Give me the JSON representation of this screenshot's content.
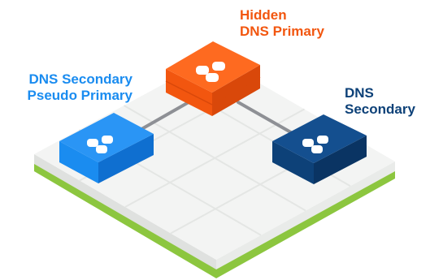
{
  "nodes": {
    "hidden_primary": {
      "line1": "Hidden",
      "line2": "DNS Primary",
      "color": "#f2560f",
      "top_color": "#fe6a20",
      "side_color": "#d9480a"
    },
    "secondary_pseudo_primary": {
      "line1": "DNS Secondary",
      "line2": "Pseudo Primary",
      "color": "#1a8cf0",
      "top_color": "#2a95f5",
      "side_color": "#0f6fd0"
    },
    "secondary": {
      "line1": "DNS",
      "line2": "Secondary",
      "color": "#0d4178",
      "top_color": "#144f8f",
      "side_color": "#0a3463"
    }
  },
  "connections": [
    [
      "hidden_primary",
      "secondary_pseudo_primary"
    ],
    [
      "hidden_primary",
      "secondary"
    ]
  ],
  "platform": {
    "top_color": "#f3f4f3",
    "side_color": "#dfe1df",
    "grid_color": "#e4e6e4",
    "base_color": "#8cc63f",
    "connector_color": "#8e9095"
  }
}
